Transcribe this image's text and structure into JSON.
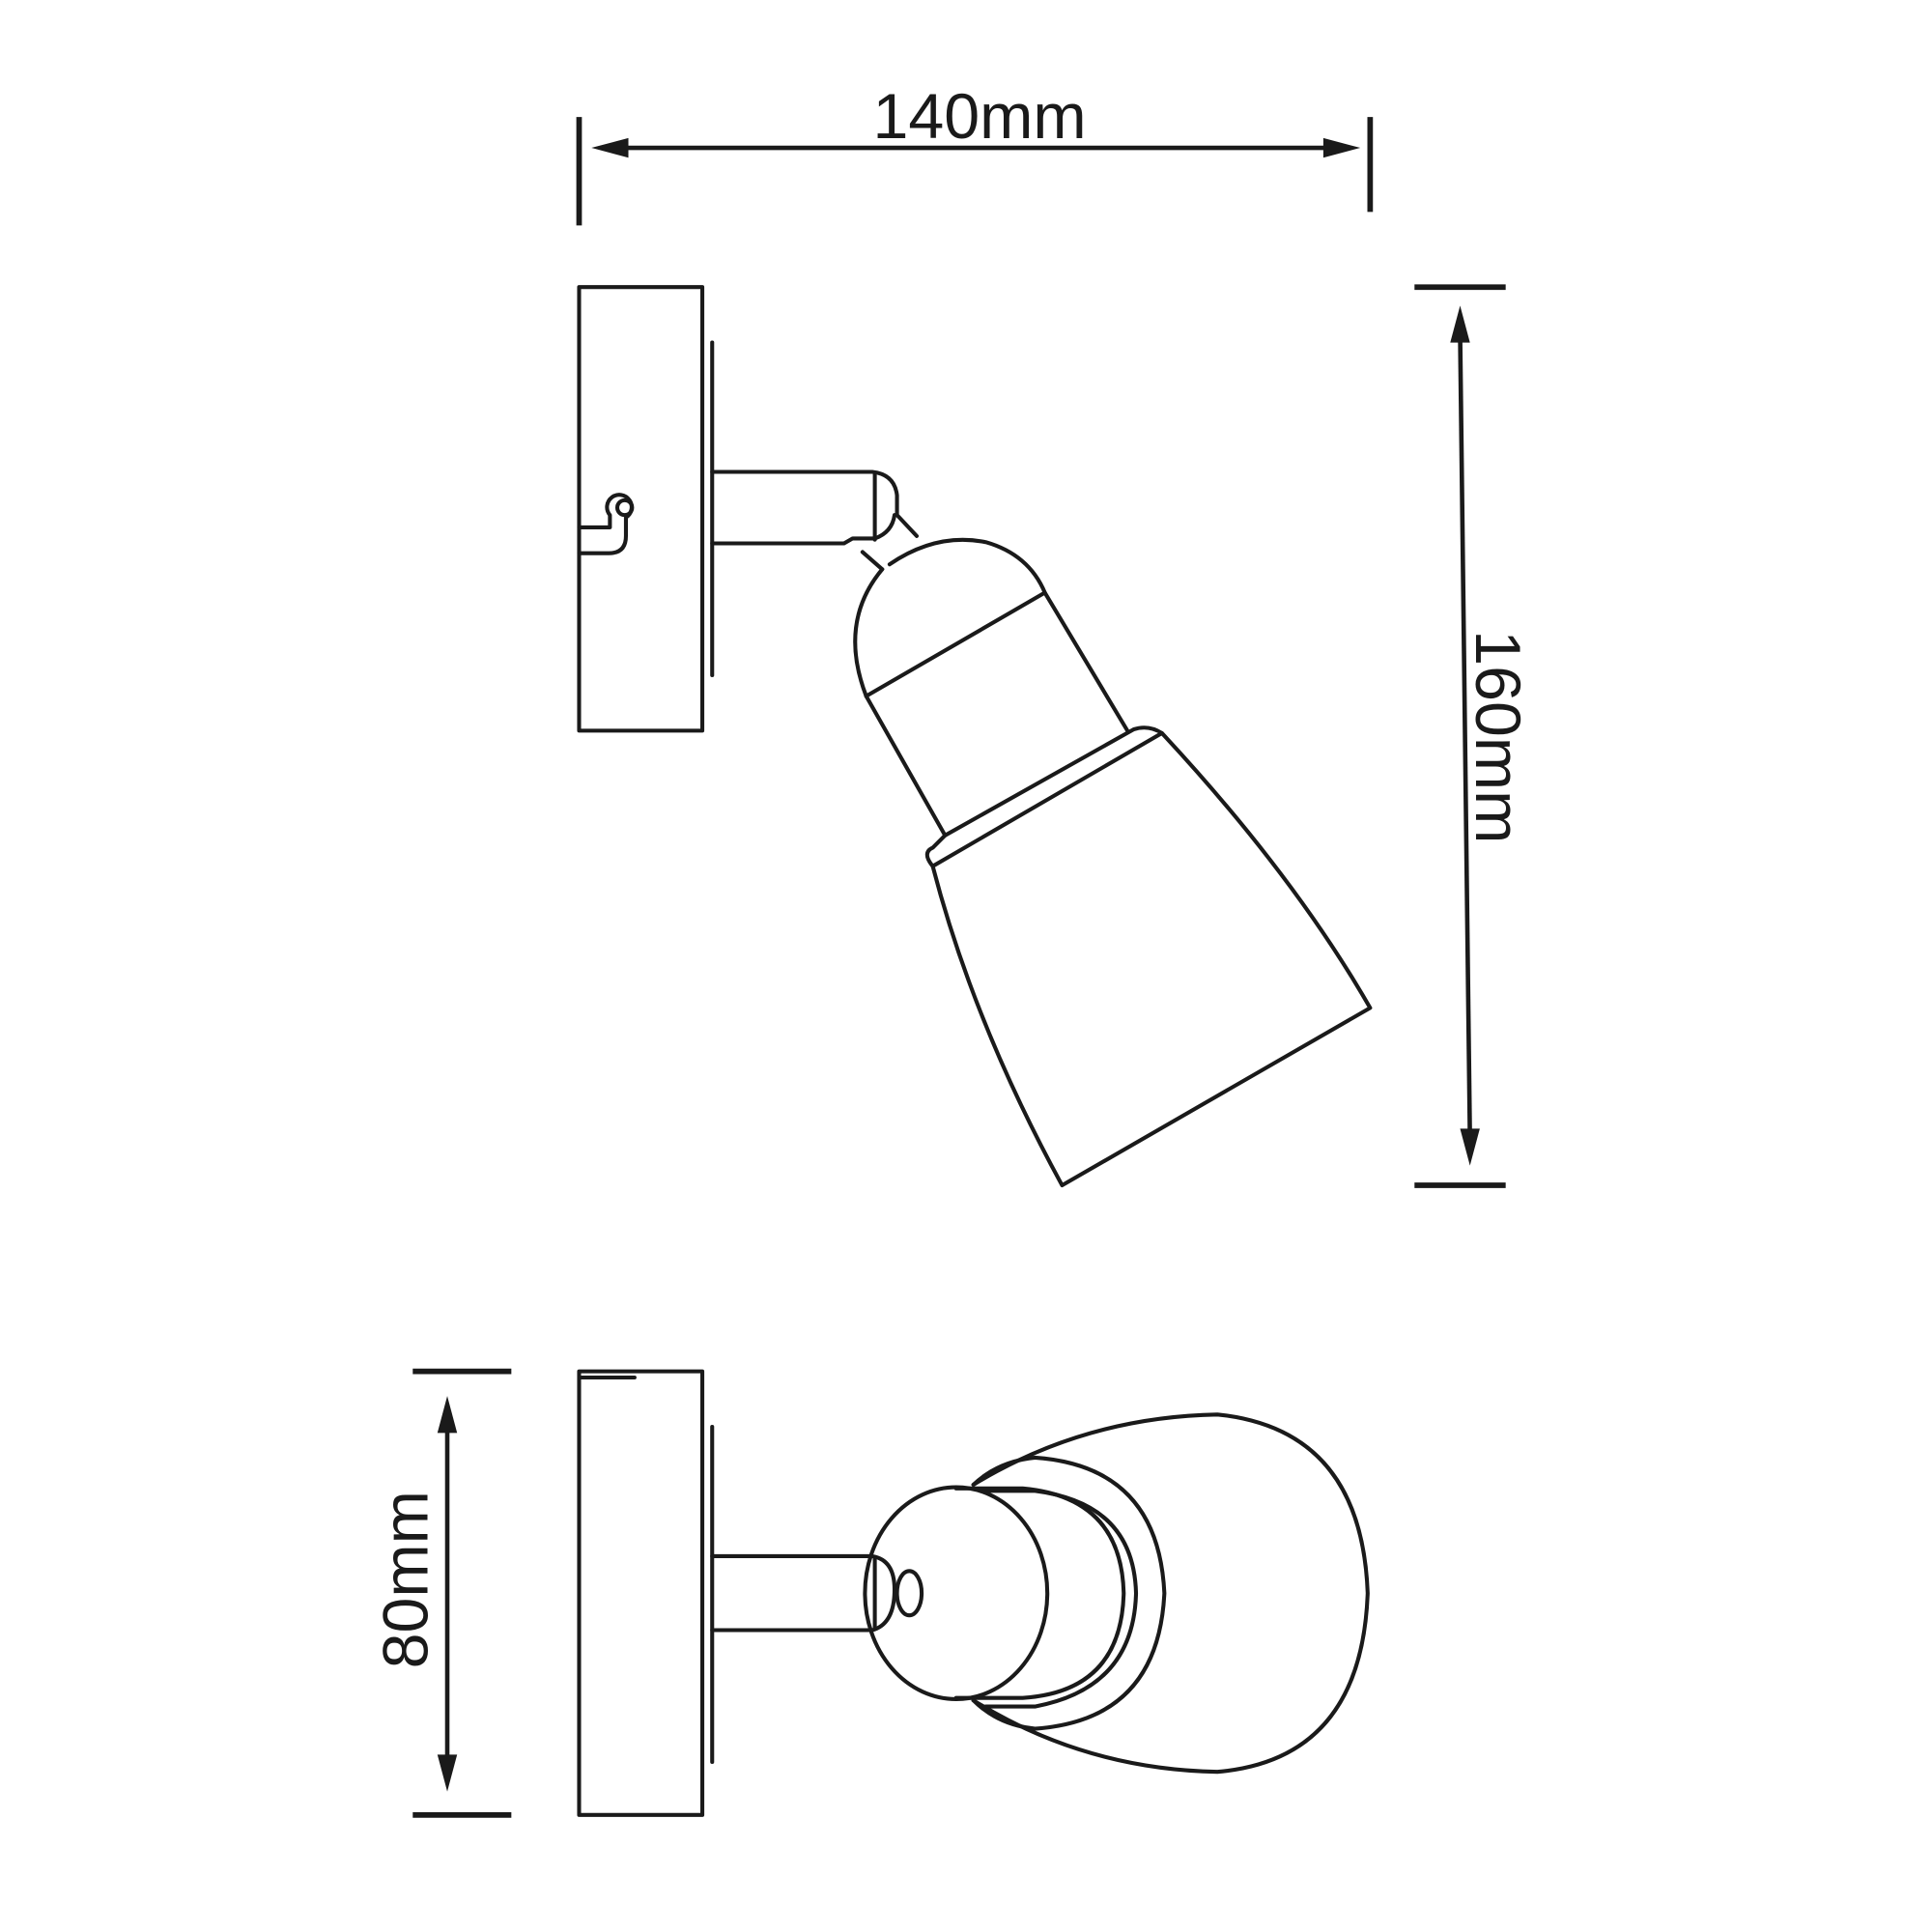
{
  "drawing": {
    "title": "Wall spotlight dimension drawing",
    "dimensions": {
      "width_label": "140mm",
      "height_label": "160mm",
      "depth_label": "80mm"
    },
    "line_color": "#1a1a1a",
    "background": "#ffffff"
  }
}
